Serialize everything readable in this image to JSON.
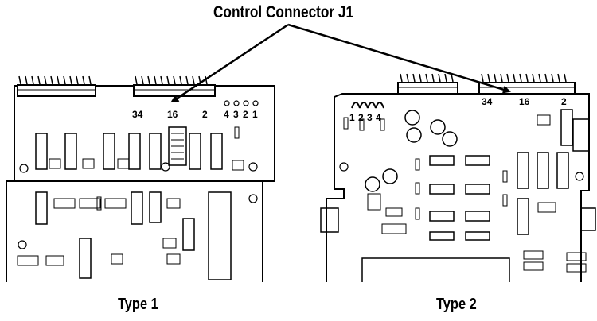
{
  "diagram": {
    "title": "Control Connector J1",
    "boards": [
      {
        "caption": "Type 1",
        "connector_pin_labels": [
          "34",
          "16",
          "2"
        ],
        "jumper_labels": [
          "4",
          "3",
          "2",
          "1"
        ]
      },
      {
        "caption": "Type 2",
        "connector_pin_labels": [
          "34",
          "16",
          "2"
        ],
        "jumper_labels": [
          "1",
          "2",
          "3",
          "4"
        ]
      }
    ]
  }
}
